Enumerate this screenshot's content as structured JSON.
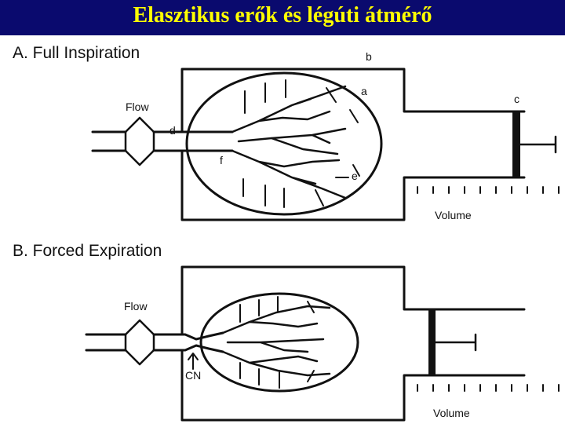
{
  "slide": {
    "title": "Elasztikus erők és légúti átmérő",
    "title_color": "#ffff00",
    "bar_color": "#0a0a6e"
  },
  "panel_a": {
    "title": "A.  Full Inspiration",
    "flow_label": "Flow",
    "volume_label": "Volume",
    "marker_a": "a",
    "marker_b": "b",
    "marker_c": "c",
    "marker_d": "d",
    "marker_e": "e",
    "marker_f": "f"
  },
  "panel_b": {
    "title": "B.  Forced Expiration",
    "flow_label": "Flow",
    "volume_label": "Volume",
    "marker_cn": "CN"
  }
}
